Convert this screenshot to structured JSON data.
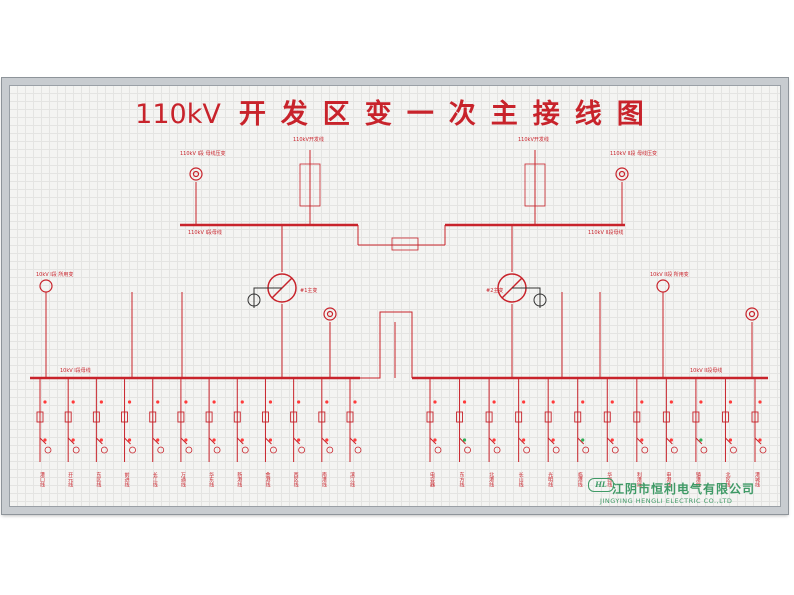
{
  "title": {
    "voltage": "110kV",
    "name": "开发区变一次主接线图"
  },
  "company": {
    "name_cn": "江阴市恒利电气有限公司",
    "name_en": "JINGYING HENGLI ELECTRIC CO.,LTD",
    "logo_text": "HL"
  },
  "labels": {
    "bus110_left": "110kV I段母线",
    "bus110_right": "110kV II段母线",
    "line_left": "110kV开发线",
    "line_right": "110kV开发线",
    "pt_left": "110kV I段 母线压变",
    "pt_right": "110kV II段 母线压变",
    "tr1": "#1主变",
    "tr2": "#2主变",
    "bus10_left": "10kV I段母线",
    "bus10_right": "10kV II段母线",
    "station_left": "10kV I段 所用变",
    "station_right": "10kV II段 所用变"
  },
  "colors": {
    "line": "#c8232b",
    "red_light": "#ff3a3a",
    "green_light": "#2fae57",
    "frame": "#c8ccd0"
  },
  "feeders_left": [
    "港口线",
    "开元线",
    "东区线",
    "前进线",
    "长江线",
    "万通线",
    "华东线",
    "新港线",
    "金港线",
    "西区线",
    "南港线",
    "滨江线"
  ],
  "feeders_right": [
    "电容器",
    "东方线",
    "北港线",
    "长山线",
    "光明线",
    "临港线",
    "华西线",
    "利港线",
    "申港线",
    "镇港线",
    "北区线",
    "港城线"
  ]
}
